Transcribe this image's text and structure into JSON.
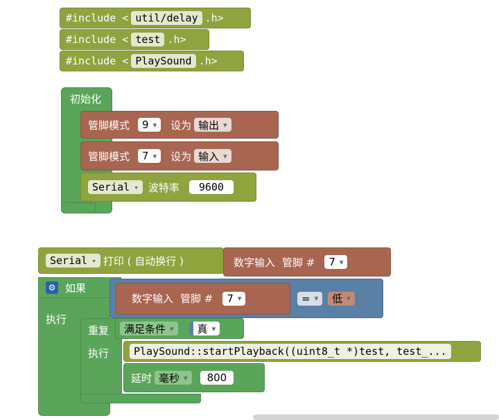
{
  "includes": [
    {
      "kw": "#include <",
      "file": "util/delay",
      "ext": ".h>"
    },
    {
      "kw": "#include <",
      "file": "test",
      "ext": ".h>"
    },
    {
      "kw": "#include <",
      "file": "PlaySound",
      "ext": ".h>"
    }
  ],
  "setup": {
    "title": "初始化",
    "pin_mode_label": "管脚模式",
    "set_as": "设为",
    "pins": [
      {
        "pin": "9",
        "mode": "输出"
      },
      {
        "pin": "7",
        "mode": "输入"
      }
    ],
    "serial": {
      "port": "Serial",
      "baud_label": "波特率",
      "baud": "9600"
    }
  },
  "loop": {
    "print": {
      "port": "Serial",
      "label": "打印 ( 自动换行 )"
    },
    "digital_read": {
      "label": "数字输入",
      "pin_label": "管脚 #",
      "pin": "7"
    },
    "if_label": "如果",
    "compare": {
      "op": "=",
      "value": "低"
    },
    "exec_label": "执行",
    "repeat": {
      "label": "重复",
      "cond": "满足条件",
      "value": "真"
    },
    "play": "PlaySound::startPlayback((uint8_t *)test,  test_...",
    "delay": {
      "label": "延时",
      "unit": "毫秒",
      "value": "800"
    }
  },
  "colors": {
    "header": "#8fa33f",
    "pin": "#a8654f",
    "logic": "#5b80a5",
    "control": "#5ba55b"
  }
}
